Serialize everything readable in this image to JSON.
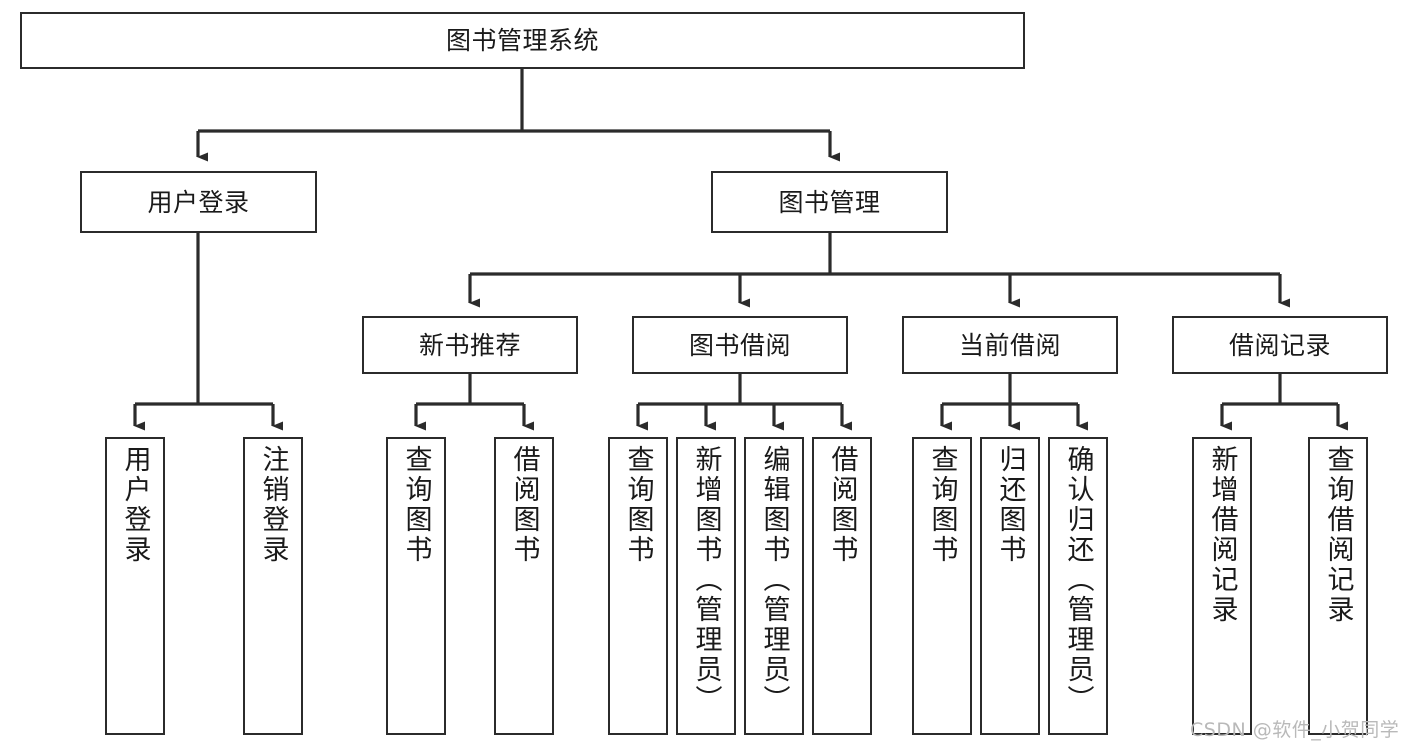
{
  "diagram": {
    "type": "tree",
    "title": "图书管理系统",
    "orientation": "top-down",
    "nodes": {
      "root": {
        "label": "图书管理系统",
        "level": 0
      },
      "user_login": {
        "label": "用户登录",
        "level": 1
      },
      "book_manage": {
        "label": "图书管理",
        "level": 1
      },
      "new_book_rec": {
        "label": "新书推荐",
        "level": 2
      },
      "book_borrow": {
        "label": "图书借阅",
        "level": 2
      },
      "current_borrow": {
        "label": "当前借阅",
        "level": 2
      },
      "borrow_record": {
        "label": "借阅记录",
        "level": 2
      },
      "leaf_user_login": {
        "label": "用户登录",
        "level": 3
      },
      "leaf_logout": {
        "label": "注销登录",
        "level": 3
      },
      "leaf_query_book_1": {
        "label": "查询图书",
        "level": 3
      },
      "leaf_borrow_book_1": {
        "label": "借阅图书",
        "level": 3
      },
      "leaf_query_book_2": {
        "label": "查询图书",
        "level": 3
      },
      "leaf_add_book": {
        "label": "新增图书（管理员）",
        "level": 3
      },
      "leaf_edit_book": {
        "label": "编辑图书（管理员）",
        "level": 3
      },
      "leaf_borrow_book_2": {
        "label": "借阅图书",
        "level": 3
      },
      "leaf_query_book_3": {
        "label": "查询图书",
        "level": 3
      },
      "leaf_return_book": {
        "label": "归还图书",
        "level": 3
      },
      "leaf_confirm_return": {
        "label": "确认归还（管理员）",
        "level": 3
      },
      "leaf_add_record": {
        "label": "新增借阅记录",
        "level": 3
      },
      "leaf_query_record": {
        "label": "查询借阅记录",
        "level": 3
      }
    },
    "edges": [
      {
        "from": "root",
        "to": "user_login"
      },
      {
        "from": "root",
        "to": "book_manage"
      },
      {
        "from": "book_manage",
        "to": "new_book_rec"
      },
      {
        "from": "book_manage",
        "to": "book_borrow"
      },
      {
        "from": "book_manage",
        "to": "current_borrow"
      },
      {
        "from": "book_manage",
        "to": "borrow_record"
      },
      {
        "from": "user_login",
        "to": "leaf_user_login"
      },
      {
        "from": "user_login",
        "to": "leaf_logout"
      },
      {
        "from": "new_book_rec",
        "to": "leaf_query_book_1"
      },
      {
        "from": "new_book_rec",
        "to": "leaf_borrow_book_1"
      },
      {
        "from": "book_borrow",
        "to": "leaf_query_book_2"
      },
      {
        "from": "book_borrow",
        "to": "leaf_add_book"
      },
      {
        "from": "book_borrow",
        "to": "leaf_edit_book"
      },
      {
        "from": "book_borrow",
        "to": "leaf_borrow_book_2"
      },
      {
        "from": "current_borrow",
        "to": "leaf_query_book_3"
      },
      {
        "from": "current_borrow",
        "to": "leaf_return_book"
      },
      {
        "from": "current_borrow",
        "to": "leaf_confirm_return"
      },
      {
        "from": "borrow_record",
        "to": "leaf_add_record"
      },
      {
        "from": "borrow_record",
        "to": "leaf_query_record"
      }
    ],
    "colors": {
      "stroke": "#2b2b2b",
      "fill": "#ffffff",
      "text": "#1a1a1a",
      "watermark": "#b9b9b9"
    }
  },
  "watermark": {
    "text": "CSDN @软件_小贺同学"
  }
}
